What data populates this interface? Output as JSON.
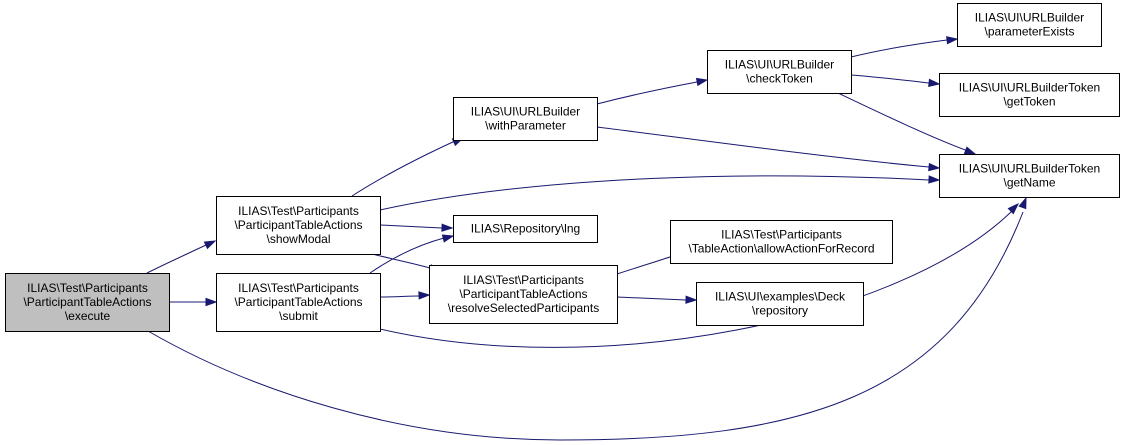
{
  "colors": {
    "node_fill": "#ffffff",
    "highlight_fill": "#bfbfbf",
    "node_stroke": "#000000",
    "edge": "#191970"
  },
  "nodes": [
    {
      "id": "execute",
      "lines": [
        "ILIAS\\Test\\Participants",
        "\\ParticipantTableActions",
        "\\execute"
      ],
      "highlight": true
    },
    {
      "id": "showModal",
      "lines": [
        "ILIAS\\Test\\Participants",
        "\\ParticipantTableActions",
        "\\showModal"
      ]
    },
    {
      "id": "submit",
      "lines": [
        "ILIAS\\Test\\Participants",
        "\\ParticipantTableActions",
        "\\submit"
      ]
    },
    {
      "id": "withParameter",
      "lines": [
        "ILIAS\\UI\\URLBuilder",
        "\\withParameter"
      ]
    },
    {
      "id": "lng",
      "lines": [
        "ILIAS\\Repository\\lng"
      ]
    },
    {
      "id": "resolveSelected",
      "lines": [
        "ILIAS\\Test\\Participants",
        "\\ParticipantTableActions",
        "\\resolveSelectedParticipants"
      ]
    },
    {
      "id": "checkToken",
      "lines": [
        "ILIAS\\UI\\URLBuilder",
        "\\checkToken"
      ]
    },
    {
      "id": "allowAction",
      "lines": [
        "ILIAS\\Test\\Participants",
        "\\TableAction\\allowActionForRecord"
      ]
    },
    {
      "id": "deckRepo",
      "lines": [
        "ILIAS\\UI\\examples\\Deck",
        "\\repository"
      ]
    },
    {
      "id": "paramExists",
      "lines": [
        "ILIAS\\UI\\URLBuilder",
        "\\parameterExists"
      ]
    },
    {
      "id": "getToken",
      "lines": [
        "ILIAS\\UI\\URLBuilderToken",
        "\\getToken"
      ]
    },
    {
      "id": "getName",
      "lines": [
        "ILIAS\\UI\\URLBuilderToken",
        "\\getName"
      ]
    }
  ],
  "edges": [
    {
      "from": "execute",
      "to": "showModal"
    },
    {
      "from": "execute",
      "to": "submit"
    },
    {
      "from": "execute",
      "to": "getName"
    },
    {
      "from": "showModal",
      "to": "withParameter"
    },
    {
      "from": "showModal",
      "to": "getName"
    },
    {
      "from": "showModal",
      "to": "lng"
    },
    {
      "from": "showModal",
      "to": "resolveSelected"
    },
    {
      "from": "submit",
      "to": "lng"
    },
    {
      "from": "submit",
      "to": "resolveSelected"
    },
    {
      "from": "submit",
      "to": "getName"
    },
    {
      "from": "withParameter",
      "to": "checkToken"
    },
    {
      "from": "withParameter",
      "to": "getName"
    },
    {
      "from": "checkToken",
      "to": "paramExists"
    },
    {
      "from": "checkToken",
      "to": "getToken"
    },
    {
      "from": "checkToken",
      "to": "getName"
    },
    {
      "from": "resolveSelected",
      "to": "allowAction"
    },
    {
      "from": "resolveSelected",
      "to": "deckRepo"
    }
  ]
}
